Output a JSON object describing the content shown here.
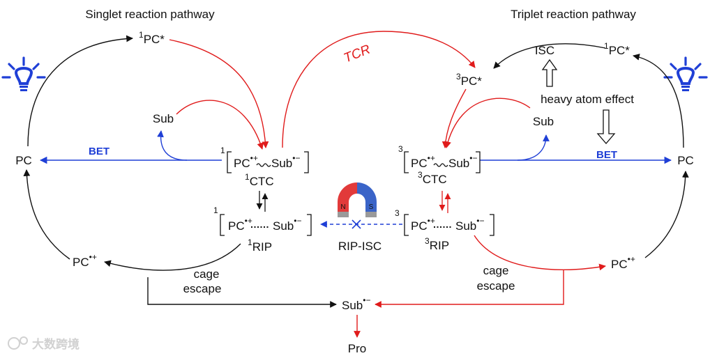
{
  "labels": {
    "singlet_title": "Singlet reaction pathway",
    "triplet_title": "Triplet reaction pathway",
    "tcr": "TCR",
    "isc": "ISC",
    "heavy_atom": "heavy atom effect",
    "bet": "BET",
    "pc": "PC",
    "pc_star": "PC*",
    "sub": "Sub",
    "ctc": "CTC",
    "rip": "RIP",
    "rip_isc": "RIP-ISC",
    "cage": "cage",
    "escape": "escape",
    "pro": "Pro",
    "radical_cation": "•+",
    "radical_anion": "•−",
    "singlet_sup": "1",
    "triplet_sup": "3",
    "magnet_n": "N",
    "magnet_s": "S",
    "watermark": "大数跨境"
  },
  "colors": {
    "black_path": "#111111",
    "red_path": "#e01b1b",
    "blue_path": "#1f3fd6",
    "lamp": "#1f3fd6",
    "magnet_red": "#e23a3a",
    "magnet_blue": "#3a64c8",
    "magnet_tip": "#9a9a9a"
  },
  "icons": {
    "light_source": "lightbulb-icon",
    "magnetic_field": "horseshoe-magnet-icon",
    "blocked_transition": "cross-mark-icon"
  }
}
